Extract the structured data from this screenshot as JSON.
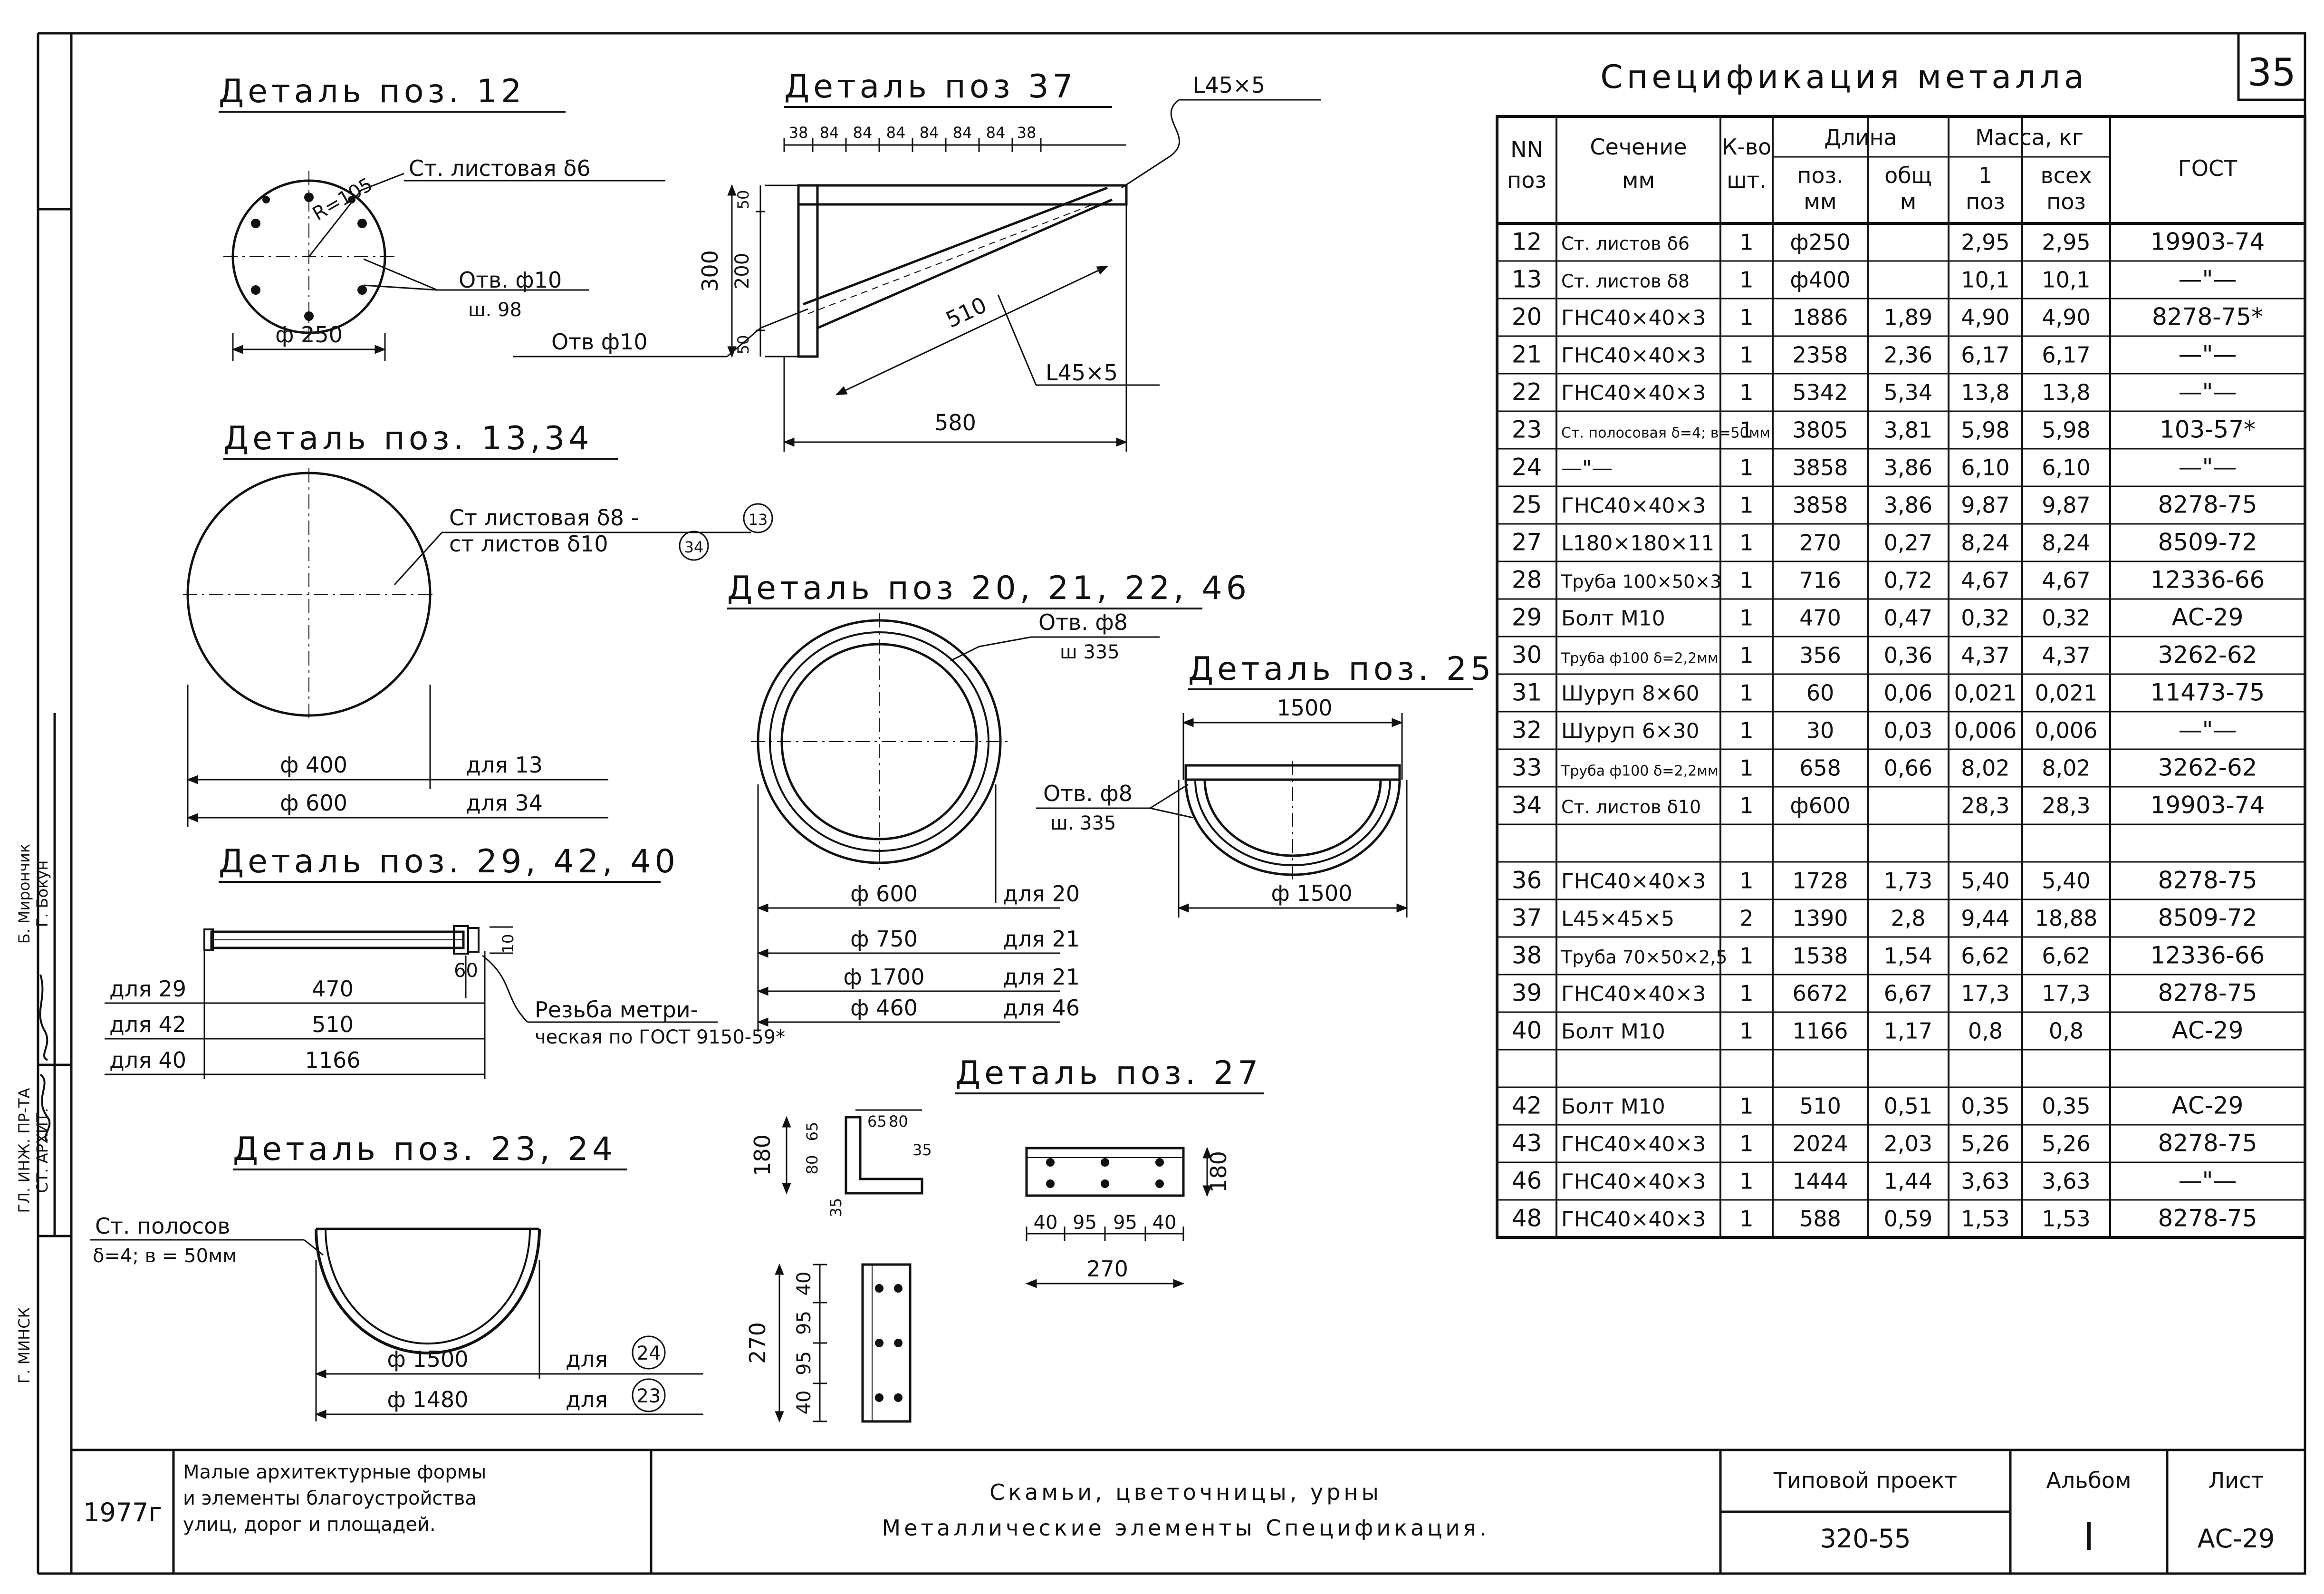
{
  "sheet_number": "35",
  "spec": {
    "title": "Спецификация металла",
    "headers": {
      "pos": "NN поз",
      "section": "Сечение мм",
      "qty": "К-во шт.",
      "length": "Длина",
      "len_pos": "поз. мм",
      "len_total": "общ м",
      "mass": "Масса, кг",
      "mass_one": "1 поз",
      "mass_all": "всех поз",
      "gost": "ГОСТ"
    },
    "rows": [
      {
        "pos": "12",
        "section": "Ст. листов δ6",
        "qty": "1",
        "len_pos": "ф250",
        "len_total": "",
        "mass_one": "2,95",
        "mass_all": "2,95",
        "gost": "19903-74"
      },
      {
        "pos": "13",
        "section": "Ст. листов δ8",
        "qty": "1",
        "len_pos": "ф400",
        "len_total": "",
        "mass_one": "10,1",
        "mass_all": "10,1",
        "gost": "—\"—"
      },
      {
        "pos": "20",
        "section": "ГНС40×40×3",
        "qty": "1",
        "len_pos": "1886",
        "len_total": "1,89",
        "mass_one": "4,90",
        "mass_all": "4,90",
        "gost": "8278-75*"
      },
      {
        "pos": "21",
        "section": "ГНС40×40×3",
        "qty": "1",
        "len_pos": "2358",
        "len_total": "2,36",
        "mass_one": "6,17",
        "mass_all": "6,17",
        "gost": "—\"—"
      },
      {
        "pos": "22",
        "section": "ГНС40×40×3",
        "qty": "1",
        "len_pos": "5342",
        "len_total": "5,34",
        "mass_one": "13,8",
        "mass_all": "13,8",
        "gost": "—\"—"
      },
      {
        "pos": "23",
        "section": "Ст. полосовая δ=4; в=50мм",
        "qty": "1",
        "len_pos": "3805",
        "len_total": "3,81",
        "mass_one": "5,98",
        "mass_all": "5,98",
        "gost": "103-57*"
      },
      {
        "pos": "24",
        "section": "—\"—",
        "qty": "1",
        "len_pos": "3858",
        "len_total": "3,86",
        "mass_one": "6,10",
        "mass_all": "6,10",
        "gost": "—\"—"
      },
      {
        "pos": "25",
        "section": "ГНС40×40×3",
        "qty": "1",
        "len_pos": "3858",
        "len_total": "3,86",
        "mass_one": "9,87",
        "mass_all": "9,87",
        "gost": "8278-75"
      },
      {
        "pos": "27",
        "section": "L180×180×11",
        "qty": "1",
        "len_pos": "270",
        "len_total": "0,27",
        "mass_one": "8,24",
        "mass_all": "8,24",
        "gost": "8509-72"
      },
      {
        "pos": "28",
        "section": "Труба 100×50×3",
        "qty": "1",
        "len_pos": "716",
        "len_total": "0,72",
        "mass_one": "4,67",
        "mass_all": "4,67",
        "gost": "12336-66"
      },
      {
        "pos": "29",
        "section": "Болт М10",
        "qty": "1",
        "len_pos": "470",
        "len_total": "0,47",
        "mass_one": "0,32",
        "mass_all": "0,32",
        "gost": "АС-29"
      },
      {
        "pos": "30",
        "section": "Труба ф100 δ=2,2мм",
        "qty": "1",
        "len_pos": "356",
        "len_total": "0,36",
        "mass_one": "4,37",
        "mass_all": "4,37",
        "gost": "3262-62"
      },
      {
        "pos": "31",
        "section": "Шуруп 8×60",
        "qty": "1",
        "len_pos": "60",
        "len_total": "0,06",
        "mass_one": "0,021",
        "mass_all": "0,021",
        "gost": "11473-75"
      },
      {
        "pos": "32",
        "section": "Шуруп 6×30",
        "qty": "1",
        "len_pos": "30",
        "len_total": "0,03",
        "mass_one": "0,006",
        "mass_all": "0,006",
        "gost": "—\"—"
      },
      {
        "pos": "33",
        "section": "Труба ф100 δ=2,2мм",
        "qty": "1",
        "len_pos": "658",
        "len_total": "0,66",
        "mass_one": "8,02",
        "mass_all": "8,02",
        "gost": "3262-62"
      },
      {
        "pos": "34",
        "section": "Ст. листов δ10",
        "qty": "1",
        "len_pos": "ф600",
        "len_total": "",
        "mass_one": "28,3",
        "mass_all": "28,3",
        "gost": "19903-74"
      },
      {
        "pos": "",
        "section": "",
        "qty": "",
        "len_pos": "",
        "len_total": "",
        "mass_one": "",
        "mass_all": "",
        "gost": ""
      },
      {
        "pos": "36",
        "section": "ГНС40×40×3",
        "qty": "1",
        "len_pos": "1728",
        "len_total": "1,73",
        "mass_one": "5,40",
        "mass_all": "5,40",
        "gost": "8278-75"
      },
      {
        "pos": "37",
        "section": "L45×45×5",
        "qty": "2",
        "len_pos": "1390",
        "len_total": "2,8",
        "mass_one": "9,44",
        "mass_all": "18,88",
        "gost": "8509-72"
      },
      {
        "pos": "38",
        "section": "Труба 70×50×2,5",
        "qty": "1",
        "len_pos": "1538",
        "len_total": "1,54",
        "mass_one": "6,62",
        "mass_all": "6,62",
        "gost": "12336-66"
      },
      {
        "pos": "39",
        "section": "ГНС40×40×3",
        "qty": "1",
        "len_pos": "6672",
        "len_total": "6,67",
        "mass_one": "17,3",
        "mass_all": "17,3",
        "gost": "8278-75"
      },
      {
        "pos": "40",
        "section": "Болт М10",
        "qty": "1",
        "len_pos": "1166",
        "len_total": "1,17",
        "mass_one": "0,8",
        "mass_all": "0,8",
        "gost": "АС-29"
      },
      {
        "pos": "",
        "section": "",
        "qty": "",
        "len_pos": "",
        "len_total": "",
        "mass_one": "",
        "mass_all": "",
        "gost": ""
      },
      {
        "pos": "42",
        "section": "Болт М10",
        "qty": "1",
        "len_pos": "510",
        "len_total": "0,51",
        "mass_one": "0,35",
        "mass_all": "0,35",
        "gost": "АС-29"
      },
      {
        "pos": "43",
        "section": "ГНС40×40×3",
        "qty": "1",
        "len_pos": "2024",
        "len_total": "2,03",
        "mass_one": "5,26",
        "mass_all": "5,26",
        "gost": "8278-75"
      },
      {
        "pos": "46",
        "section": "ГНС40×40×3",
        "qty": "1",
        "len_pos": "1444",
        "len_total": "1,44",
        "mass_one": "3,63",
        "mass_all": "3,63",
        "gost": "—\"—"
      },
      {
        "pos": "48",
        "section": "ГНС40×40×3",
        "qty": "1",
        "len_pos": "588",
        "len_total": "0,59",
        "mass_one": "1,53",
        "mass_all": "1,53",
        "gost": "8278-75"
      }
    ]
  },
  "details": {
    "d12": {
      "title": "Деталь поз. 12",
      "material": "Ст. листовая δ6",
      "radius": "R=105",
      "holes": "Отв. ф10",
      "step": "ш. 98",
      "dia": "ф 250"
    },
    "d37": {
      "title": "Деталь поз 37",
      "angle1": "L45×5",
      "angle2": "L45×5",
      "hole": "Отв ф10",
      "top_dims": [
        "38",
        "84",
        "84",
        "84",
        "84",
        "84",
        "84",
        "38"
      ],
      "d300": "300",
      "d200": "200",
      "d50a": "50",
      "d50b": "50",
      "d510": "510",
      "d580": "580"
    },
    "d13": {
      "title": "Деталь поз. 13,34",
      "mat1": "Ст листовая δ8 -",
      "mat1_ref": "13",
      "mat2": "ст листов δ10",
      "mat2_ref": "34",
      "dia1": "ф 400",
      "for1": "для 13",
      "dia2": "ф 600",
      "for2": "для 34"
    },
    "d20": {
      "title": "Деталь поз 20, 21, 22, 46",
      "hole": "Отв. ф8",
      "step": "ш 335",
      "rows": [
        [
          "ф 600",
          "для 20"
        ],
        [
          "ф 750",
          "для 21"
        ],
        [
          "ф 1700",
          "для 21"
        ],
        [
          "ф 460",
          "для 46"
        ]
      ]
    },
    "d25": {
      "title": "Деталь поз. 25",
      "width": "1500",
      "hole": "Отв. ф8",
      "step": "ш. 335",
      "dia": "ф 1500"
    },
    "d29": {
      "title": "Деталь поз. 29, 42, 40",
      "rows": [
        [
          "для 29",
          "470"
        ],
        [
          "для 42",
          "510"
        ],
        [
          "для 40",
          "1166"
        ]
      ],
      "d60": "60",
      "d10": "10",
      "note1": "Резьба метри-",
      "note2": "ческая по ГОСТ 9150-59*"
    },
    "d27": {
      "title": "Деталь поз. 27",
      "d180a": "180",
      "d180b": "180",
      "d270a": "270",
      "d270b": "270",
      "dims_bottom": [
        "40",
        "95",
        "95",
        "40"
      ],
      "dims_v": [
        "40",
        "95",
        "95",
        "40"
      ],
      "small": [
        "65",
        "80",
        "35"
      ],
      "small_v": [
        "80",
        "65"
      ],
      "d35": "35"
    },
    "d23": {
      "title": "Деталь поз. 23, 24",
      "mat1": "Ст. полосов",
      "mat2": "δ=4; в = 50мм",
      "dia1": "ф 1500",
      "for1": "для",
      "ref1": "24",
      "dia2": "ф 1480",
      "for2": "для",
      "ref2": "23"
    }
  },
  "side": {
    "s1": "Б. Мирончик",
    "s2": "Г. Бокун",
    "r1": "ГЛ. ИНЖ. ПР-ТА",
    "r2": "СТ. АРХИТ.",
    "city": "Г. МИНСК"
  },
  "titleblock": {
    "year": "1977г",
    "org1": "Малые архитектурные формы",
    "org2": "и элементы благоустройства",
    "org3": "улиц, дорог и площадей.",
    "name1": "Скамьи, цветочницы, урны",
    "name2": "Металлические элементы Спецификация.",
    "proj_label": "Типовой проект",
    "proj": "320-55",
    "album_label": "Альбом",
    "album": "I",
    "sheet_label": "Лист",
    "sheet": "АС-29"
  }
}
